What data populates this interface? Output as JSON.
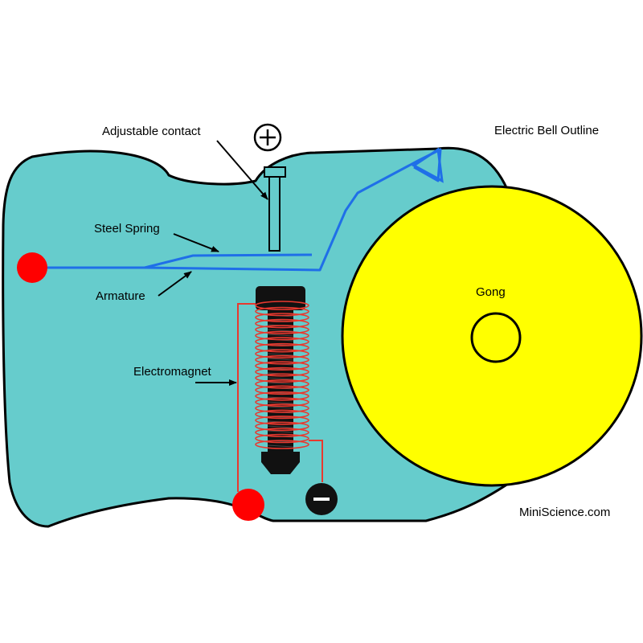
{
  "title": "Electric Bell Outline",
  "credit": "MiniScience.com",
  "labels": {
    "adjustable_contact": "Adjustable contact",
    "steel_spring": "Steel Spring",
    "armature": "Armature",
    "electromagnet": "Electromagnet",
    "gong": "Gong"
  },
  "terminals": {
    "positive": "+",
    "negative": "−"
  },
  "colors": {
    "body": "#66cccc",
    "gong": "#ffff00",
    "wire_blue": "#1f6fe8",
    "coil": "#e8392f",
    "terminal_red": "#ff0000",
    "bolt": "#111111"
  },
  "electromagnet": {
    "coil_turns": 24
  }
}
